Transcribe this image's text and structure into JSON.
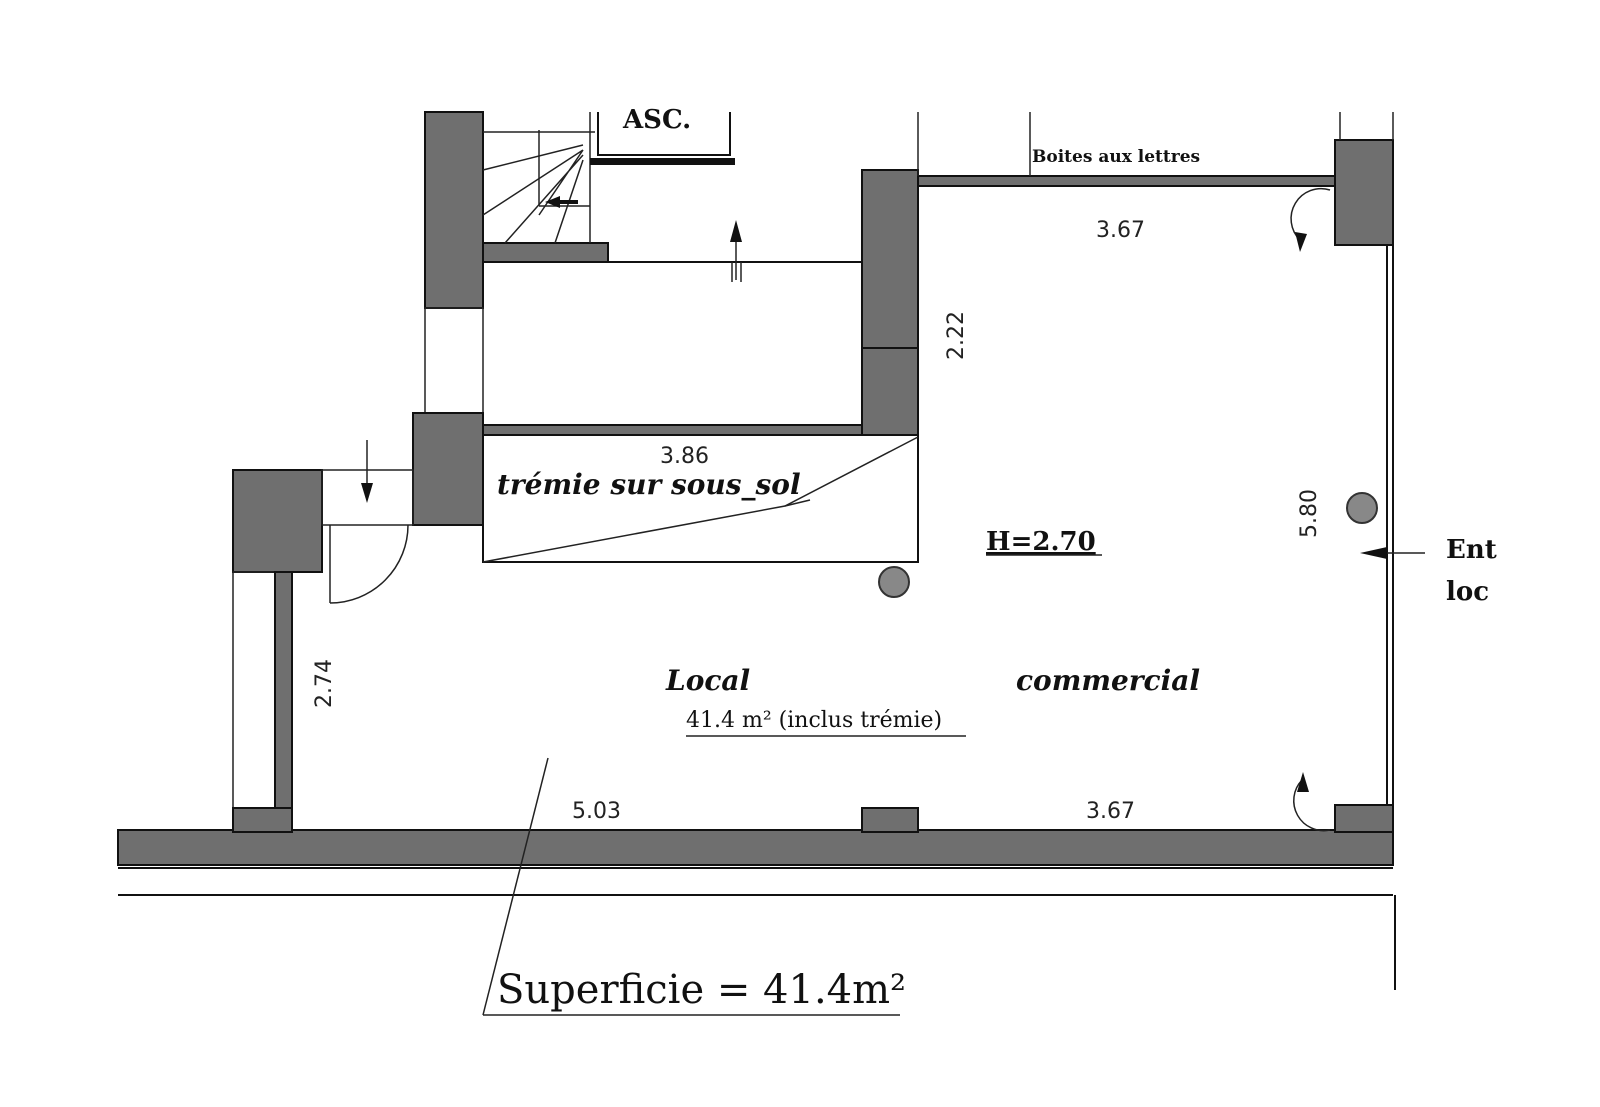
{
  "plan": {
    "elevator_label": "ASC.",
    "mailboxes_label": "Boites aux lettres",
    "void_label": "trémie sur sous_sol",
    "height_label": "H=2.70",
    "room_name_1": "Local",
    "room_name_2": "commercial",
    "room_area": "41.4 m² (inclus trémie)",
    "entrance_line1": "Ent",
    "entrance_line2": "loc",
    "total_area": "Superficie = 41.4m²",
    "dimensions": {
      "top_right": "3.67",
      "vertical_mid": "2.22",
      "void_width": "3.86",
      "right_height": "5.80",
      "left_height": "2.74",
      "bottom_left": "5.03",
      "bottom_right": "3.67"
    }
  }
}
